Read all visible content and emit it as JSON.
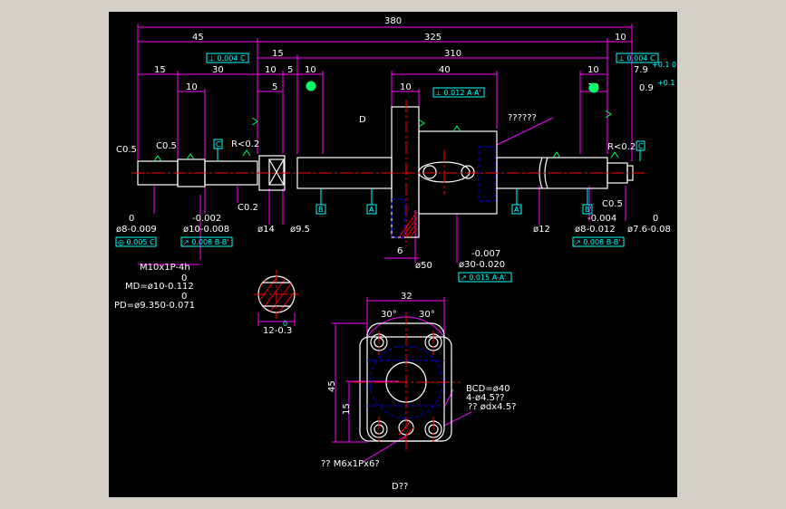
{
  "dimensions": {
    "overall": "380",
    "left_45": "45",
    "right_325": "325",
    "right_10": "10",
    "d15a": "15",
    "d310": "310",
    "d15b": "15",
    "d30": "30",
    "d10a": "10",
    "d5a": "5",
    "d10b": "10",
    "d5b": "5",
    "d10c": "10",
    "d40": "40",
    "d10d": "10",
    "d10e": "10",
    "d10f": "10",
    "d6": "6",
    "d32": "32",
    "d45": "45",
    "d15c": "15",
    "ang30a": "30°",
    "ang30b": "30°",
    "right_79": "7.9",
    "right_79_tol": "+0.1 0",
    "right_09": "0.9",
    "right_09_tol": "+0.1 0"
  },
  "annotations": {
    "c05_left": "C0.5",
    "c05_left2": "C0.5",
    "r02_left": "R<0.2",
    "c02": "C0.2",
    "c05_right": "C0.5",
    "r02_right": "R<0.2",
    "d_label": "D",
    "unknown_label": "??????",
    "dia8": "ø8-0.009",
    "dia8_top": "0",
    "dia10": "ø10-0.008",
    "dia10_top": "-0.002",
    "dia14": "ø14",
    "dia95": "ø9.5",
    "dia50": "ø50",
    "dia12": "ø12",
    "dia30": "ø30-0.020",
    "dia30_top": "-0.007",
    "dia8r": "ø8-0.012",
    "dia8r_top": "-0.004",
    "dia76": "ø7.6-0.08",
    "dia76_top": "0",
    "thread": "M10x1P-4h",
    "md_top": "0",
    "md": "MD=ø10-0.112",
    "pd_top": "0",
    "pd": "PD=ø9.350-0.071",
    "sect_dim": "12-0.3",
    "sect_dim_tol": "0",
    "bcd": "BCD=ø40",
    "holes": "4-ø4.5??",
    "holes2": "?? ødx4.5?",
    "tap": "?? M6x1Px6?",
    "view": "D??"
  },
  "tolerance_frames": {
    "perp_top_left": "⊥ 0.004 C",
    "perp_top_right": "⊥ 0.004 C",
    "perp_nut": "⊥ 0.012 A-A'",
    "flat_left": "◎ 0.005 C",
    "runout_left": "↗ 0.008 B-B'",
    "runout_nut": "↗ 0.015 A-A'",
    "runout_right": "↗ 0.008 B-B'"
  },
  "datums": {
    "c_left": "C",
    "c_right": "C",
    "b_left": "B",
    "a_left": "A",
    "a_right": "A'",
    "b_right": "B'"
  },
  "colors": {
    "background": "#000000",
    "window": "#d4d0c8",
    "dimension": "#ff00ff",
    "outline": "#ffffff",
    "center": "#ff0000",
    "hidden": "#0000ff",
    "text_green": "#00ff66",
    "frame_cyan": "#00ffff"
  }
}
